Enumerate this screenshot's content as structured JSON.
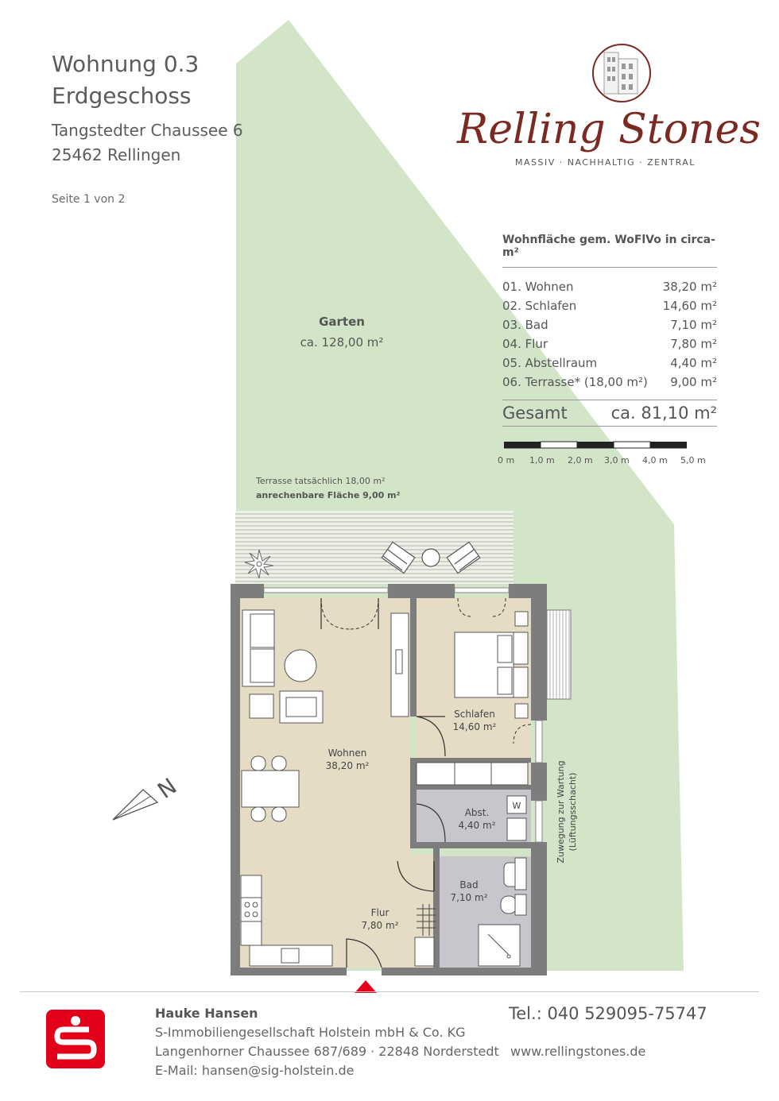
{
  "header": {
    "title_line1": "Wohnung 0.3",
    "title_line2": "Erdgeschoss",
    "address_line1": "Tangstedter Chaussee 6",
    "address_line2": "25462 Rellingen",
    "page_info": "Seite 1 von 2"
  },
  "brand": {
    "logo_text": "Relling Stones",
    "tagline": "MASSIV · NACHHALTIG · ZENTRAL",
    "color": "#7a2a22"
  },
  "area_table": {
    "heading": "Wohnfläche gem. WoFlVo in circa-m²",
    "rows": [
      {
        "label": "01. Wohnen",
        "value": "38,20 m²"
      },
      {
        "label": "02. Schlafen",
        "value": "14,60 m²"
      },
      {
        "label": "03. Bad",
        "value": "7,10 m²"
      },
      {
        "label": "04. Flur",
        "value": "7,80 m²"
      },
      {
        "label": "05. Abstellraum",
        "value": "4,40 m²"
      },
      {
        "label": "06. Terrasse* (18,00 m²)",
        "value": "9,00 m²"
      }
    ],
    "total_label": "Gesamt",
    "total_value": "ca. 81,10 m²"
  },
  "scale_bar": {
    "labels": [
      "0 m",
      "1,0 m",
      "2,0 m",
      "3,0 m",
      "4,0 m",
      "5,0 m"
    ]
  },
  "plan": {
    "garden_label": "Garten",
    "garden_area": "ca. 128,00 m²",
    "terrace_note1": "Terrasse tatsächlich 18,00 m²",
    "terrace_note2": "anrechenbare Fläche 9,00 m²",
    "rooms": {
      "wohnen_name": "Wohnen",
      "wohnen_area": "38,20 m²",
      "schlafen_name": "Schlafen",
      "schlafen_area": "14,60 m²",
      "abst_name": "Abst.",
      "abst_area": "4,40 m²",
      "bad_name": "Bad",
      "bad_area": "7,10 m²",
      "flur_name": "Flur",
      "flur_area": "7,80 m²"
    },
    "washer_label": "W",
    "access_line1": "Zuwegung zur Wartung",
    "access_line2": "(Lüftungsschacht)",
    "north_label": "N",
    "colors": {
      "garden": "#d3e5c9",
      "living": "#e6dcc6",
      "service": "#c8c6cc",
      "wall": "#7d7d7d"
    }
  },
  "footer": {
    "name": "Hauke Hansen",
    "company": "S-Immobiliengesellschaft Holstein mbH & Co. KG",
    "address": "Langenhorner Chaussee 687/689 · 22848 Norderstedt",
    "email": "E-Mail: hansen@sig-holstein.de",
    "phone": "Tel.: 040 529095-75747",
    "website": "www.rellingstones.de",
    "logo_color": "#e2001a"
  }
}
